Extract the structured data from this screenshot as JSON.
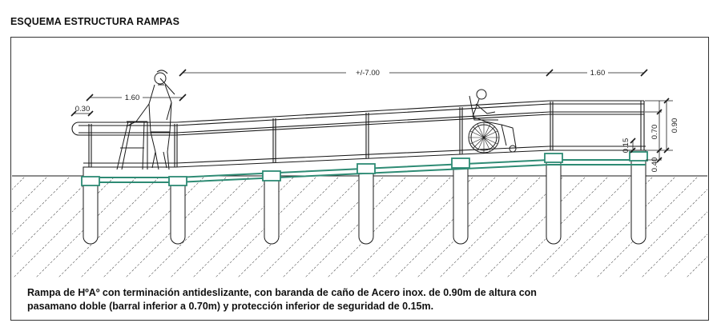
{
  "title": "ESQUEMA ESTRUCTURA RAMPAS",
  "dimensions": {
    "ramp_length": "+/-7.00",
    "landing_right": "1.60",
    "landing_left": "1.60",
    "handrail_extension": "0.30",
    "height_total": "0.90",
    "height_lower_rail": "0.70",
    "kerb": "0.15",
    "platform_height": "0.40"
  },
  "caption": {
    "line1": "Rampa de HºAº con terminación antideslizante, con baranda de caño de Acero inox. de 0.90m de altura con",
    "line2": "pasamano doble (barral inferior a 0.70m) y protección inferior de seguridad de 0.15m."
  },
  "colors": {
    "structure": "#2e8b74",
    "line": "#1a1a1a",
    "hatch": "#555555"
  }
}
